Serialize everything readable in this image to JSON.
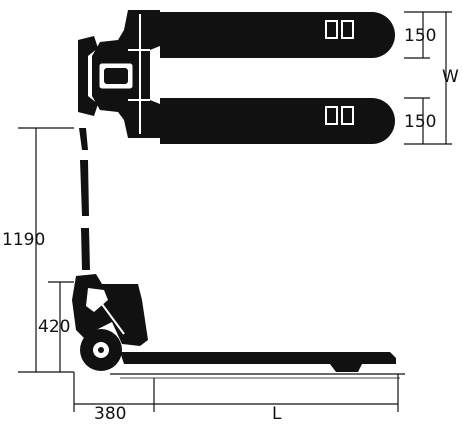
{
  "diagram": {
    "subject": "pallet-truck-top-and-side-view",
    "ink_color": "#111111",
    "background_color": "#ffffff",
    "dimensions": {
      "fork_width_top": "150",
      "fork_width_bottom": "150",
      "overall_width": "W",
      "handle_height": "1190",
      "handle_lower_height": "420",
      "rear_length": "380",
      "fork_length": "L"
    }
  }
}
